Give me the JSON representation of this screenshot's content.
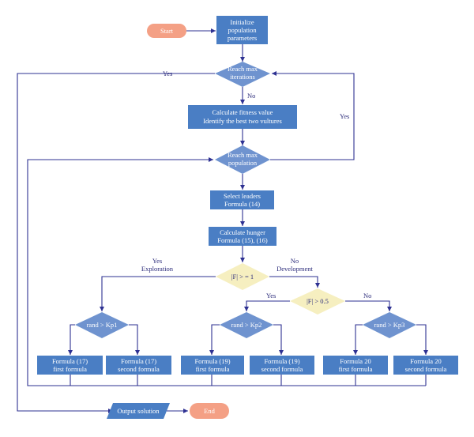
{
  "nodes": {
    "start": {
      "label": "Start"
    },
    "init": {
      "lines": [
        "Initialize",
        "population",
        "parameters"
      ]
    },
    "reach_iter": {
      "lines": [
        "Reach max",
        "iterations"
      ]
    },
    "calc_fitness": {
      "lines": [
        "Calculate fitness value",
        "Identify the best two vultures"
      ]
    },
    "reach_pop": {
      "lines": [
        "Reach max",
        "population"
      ]
    },
    "select_leaders": {
      "lines": [
        "Select leaders",
        "Formula (14)"
      ]
    },
    "calc_hunger": {
      "lines": [
        "Calculate hunger",
        "Formula (15), (16)"
      ]
    },
    "f_ge_1": {
      "label": "|F| > = 1"
    },
    "f_ge_05": {
      "label": "|F| > 0.5"
    },
    "rand_kp1": {
      "label": "rand > Kp1"
    },
    "rand_kp2": {
      "label": "rand > Kp2"
    },
    "rand_kp3": {
      "label": "rand > Kp3"
    },
    "f17_first": {
      "lines": [
        "Formula (17)",
        "first formula"
      ]
    },
    "f17_second": {
      "lines": [
        "Formula (17)",
        "second formula"
      ]
    },
    "f19_first": {
      "lines": [
        "Formula (19)",
        "first formula"
      ]
    },
    "f19_second": {
      "lines": [
        "Formula (19)",
        "second formula"
      ]
    },
    "f20_first": {
      "lines": [
        "Formula 20",
        "first formula"
      ]
    },
    "f20_second": {
      "lines": [
        "Formula 20",
        "second formula"
      ]
    },
    "output": {
      "label": "Output solution"
    },
    "end": {
      "label": "End"
    }
  },
  "edge_labels": {
    "iter_yes": "Yes",
    "iter_no": "No",
    "pop_yes": "Yes",
    "exploration_yes": "Yes",
    "exploration": "Exploration",
    "development_no": "No",
    "development": "Development",
    "half_yes": "Yes",
    "half_no": "No"
  },
  "colors": {
    "process": "#4a7ec4",
    "decision": "#6f93cf",
    "condition": "#f6efc0",
    "terminal": "#f4a085",
    "edge": "#2e3192"
  }
}
